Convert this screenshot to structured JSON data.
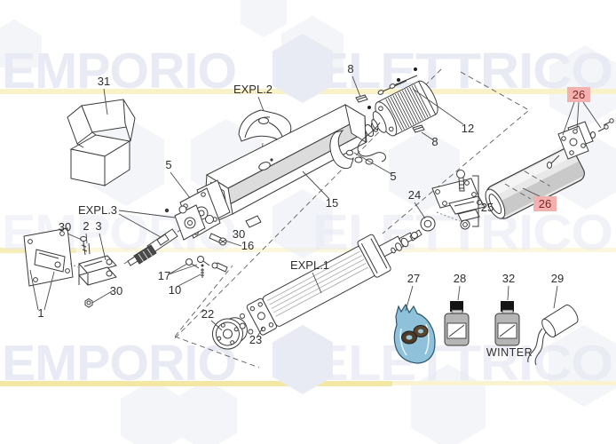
{
  "watermark": {
    "left_word": "EMPORIO",
    "right_word": "ELETTRICO"
  },
  "callouts": {
    "n1": "1",
    "n2": "2",
    "n3": "3",
    "n5a": "5",
    "n5b": "5",
    "n8a": "8",
    "n8b": "8",
    "n10": "10",
    "n12": "12",
    "n15": "15",
    "n16": "16",
    "n17": "17",
    "n22": "22",
    "n23": "23",
    "n24": "24",
    "n25": "25",
    "n26top": "26",
    "n26mid": "26",
    "n27": "27",
    "n28": "28",
    "n29": "29",
    "n30a": "30",
    "n30b": "30",
    "n30c": "30",
    "n31": "31",
    "n32": "32",
    "expl1": "EXPL.1",
    "expl2": "EXPL.2",
    "expl3": "EXPL.3",
    "winter": "WINTER"
  },
  "colors": {
    "line": "#3a3a3a",
    "wm": "#e9ebf4",
    "hl_bg": "#f2b1ae",
    "hl_text": "#7c2422",
    "band": "#f4e6a3",
    "bag": "#8fc2da"
  }
}
